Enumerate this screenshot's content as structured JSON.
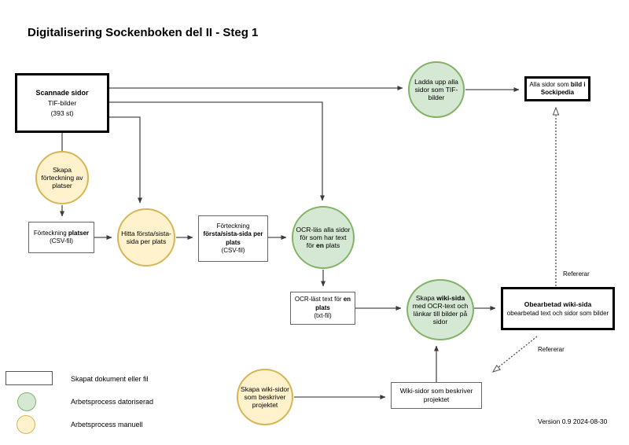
{
  "title": "Digitalisering Sockenboken del II - Steg 1",
  "version": "Version 0.9 2024-08-30",
  "colors": {
    "process_automated_fill": "#d5e8d4",
    "process_automated_border": "#82b366",
    "process_manual_fill": "#fff2cc",
    "process_manual_border": "#d6b656",
    "document_border": "#000000",
    "connector": "#4d4d4d"
  },
  "nodes": {
    "scannade": {
      "title": "Scannade sidor",
      "sub1": "TIF-bilder",
      "sub2": "(393 st)"
    },
    "ladda_upp": {
      "label": "Ladda upp alla sidor som TIF-bilder"
    },
    "alla_sidor": {
      "pre": "Alla sidor som ",
      "bold": "bild i Sockipedia"
    },
    "skapa_forteckning": {
      "label": "Skapa förteckning av platser"
    },
    "forteckning_platser": {
      "pre": "Förteckning ",
      "bold": "platser",
      "sub": "(CSV-fil)"
    },
    "hitta": {
      "label": "Hitta första/sista-sida per plats"
    },
    "forteckning_forsta": {
      "pre": "Förteckning ",
      "bold": "första/sista-sida per plats",
      "sub": "(CSV-fil)"
    },
    "ocr_las": {
      "pre": "OCR-läs alla sidor för som har text för ",
      "bold": "en",
      "post": " plats"
    },
    "ocr_last": {
      "pre": "OCR-läst text för ",
      "bold": "en plats",
      "sub": "(txt-fil)"
    },
    "skapa_wikisida": {
      "pre": "Skapa ",
      "bold": "wiki-sida",
      "post": " med OCR-text och länkar till bilder på sidor"
    },
    "obearbetad": {
      "title": "Obearbetad wiki-sida",
      "sub": "obearbetad text och sidor som bilder"
    },
    "skapa_wikisidor": {
      "label": "Skapa wiki-sidor som beskriver projektet"
    },
    "wikisidor": {
      "label": "Wiki-sidor som beskriver projektet"
    }
  },
  "edge_labels": {
    "refererar_top": "Refererar",
    "refererar_bottom": "Refererar"
  },
  "legend": {
    "document": "Skapat dokument eller fil",
    "automated": "Arbetsprocess datoriserad",
    "manual": "Arbetsprocess manuell"
  }
}
